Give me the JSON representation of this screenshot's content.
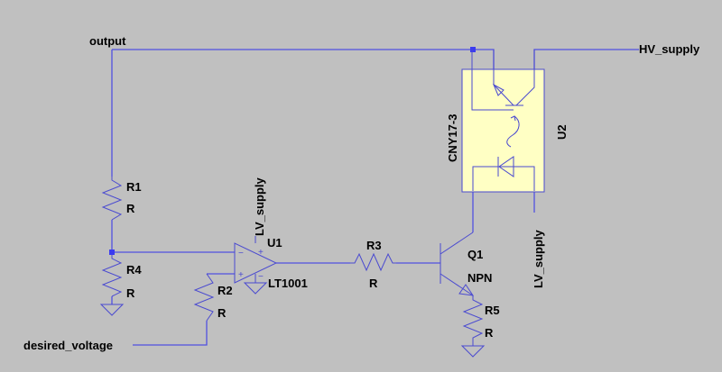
{
  "schematic": {
    "net_labels": {
      "output": "output",
      "hv_supply": "HV_supply",
      "lv_supply_u1": "LV_supply",
      "lv_supply_u2": "LV_supply",
      "desired_voltage": "desired_voltage"
    },
    "components": {
      "r1": {
        "ref": "R1",
        "value": "R"
      },
      "r2": {
        "ref": "R2",
        "value": "R"
      },
      "r3": {
        "ref": "R3",
        "value": "R"
      },
      "r4": {
        "ref": "R4",
        "value": "R"
      },
      "r5": {
        "ref": "R5",
        "value": "R"
      },
      "u1": {
        "ref": "U1",
        "value": "LT1001",
        "plus": "+",
        "minus": "−"
      },
      "q1": {
        "ref": "Q1",
        "value": "NPN"
      },
      "u2": {
        "ref": "U2",
        "value": "CNY17-3"
      }
    },
    "colors": {
      "background": "#c0c0c0",
      "wire": "#5050e0",
      "component_fill": "#ffffc4"
    }
  }
}
